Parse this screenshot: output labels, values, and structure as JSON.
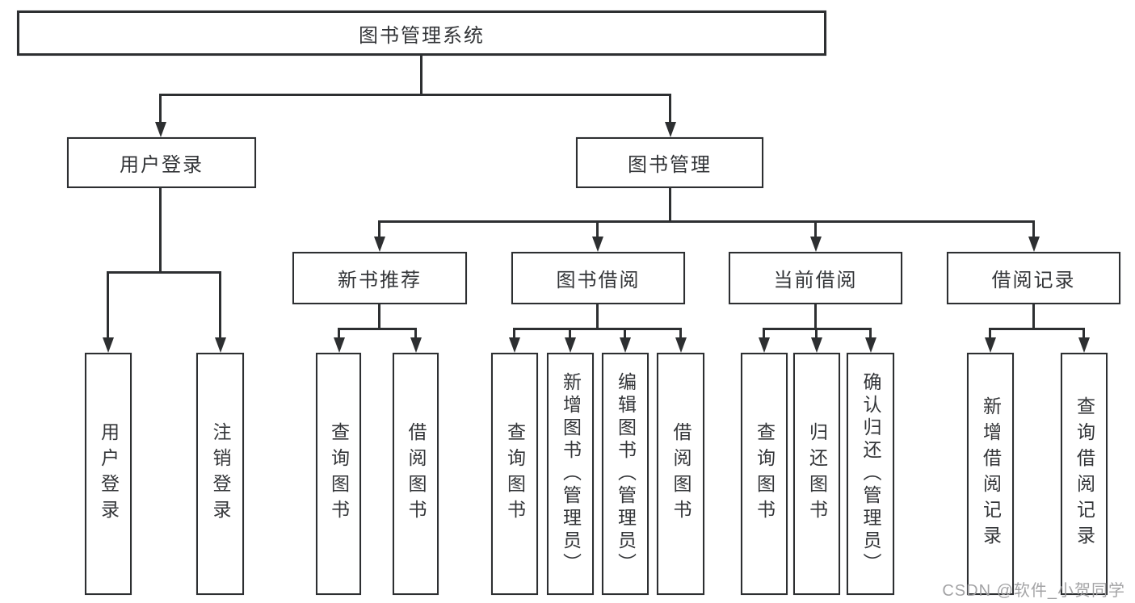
{
  "diagram": {
    "title": "图书管理系统",
    "tree": {
      "label": "图书管理系统",
      "children": [
        {
          "label": "用户登录",
          "children": [
            {
              "label": "用户登录"
            },
            {
              "label": "注销登录"
            }
          ]
        },
        {
          "label": "图书管理",
          "children": [
            {
              "label": "新书推荐",
              "children": [
                {
                  "label": "查询图书"
                },
                {
                  "label": "借阅图书"
                }
              ]
            },
            {
              "label": "图书借阅",
              "children": [
                {
                  "label": "查询图书"
                },
                {
                  "label": "新增图书（管理员）"
                },
                {
                  "label": "编辑图书（管理员）"
                },
                {
                  "label": "借阅图书"
                }
              ]
            },
            {
              "label": "当前借阅",
              "children": [
                {
                  "label": "查询图书"
                },
                {
                  "label": "归还图书"
                },
                {
                  "label": "确认归还（管理员）"
                }
              ]
            },
            {
              "label": "借阅记录",
              "children": [
                {
                  "label": "新增借阅记录"
                },
                {
                  "label": "查询借阅记录"
                }
              ]
            }
          ]
        }
      ]
    },
    "colors": {
      "line": "#2d2f31",
      "background": "#ffffff",
      "watermark_text": "#9e9ea0"
    }
  },
  "watermark": {
    "text": "CSDN @软件_小贺同学"
  }
}
